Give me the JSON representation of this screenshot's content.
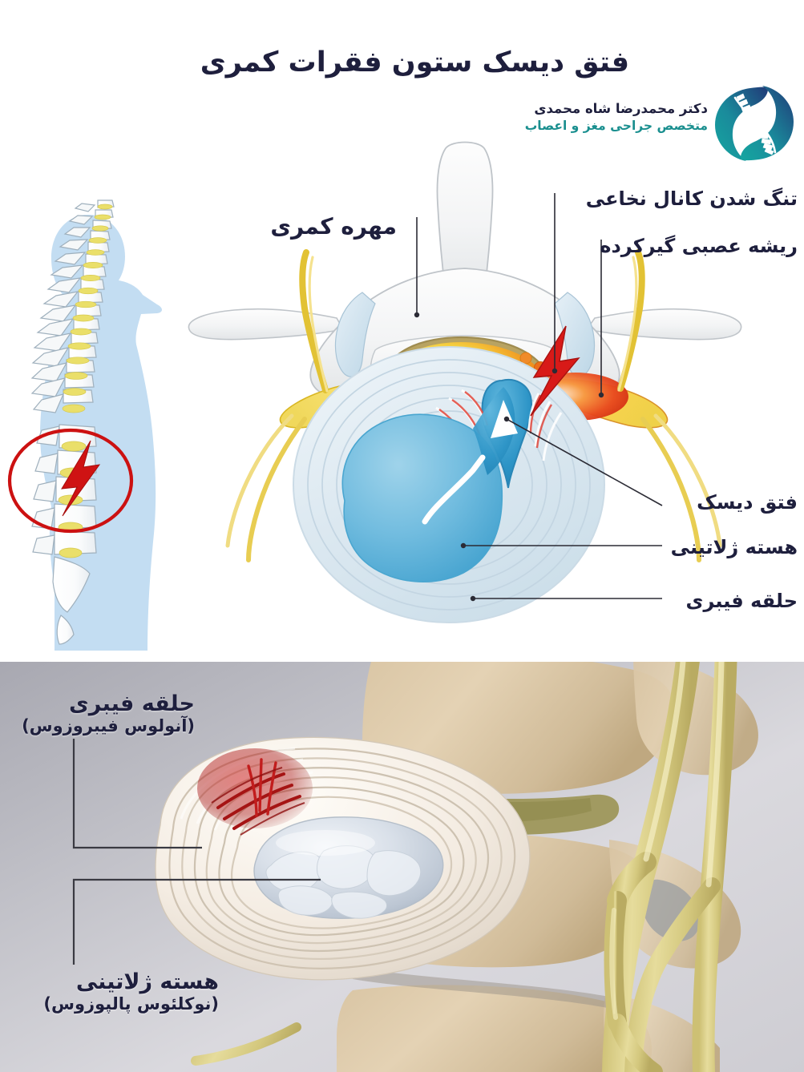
{
  "title": "فتق دیسک ستون فقرات کمری",
  "brand": {
    "logo_icon": "spine-circle-logo-icon",
    "doctor_name": "دکتر محمدرضا شاه محمدی",
    "specialty": "متخصص جراحی مغز و اعصاب",
    "name_color": "#1e1f3d",
    "specialty_color": "#1a8f8f",
    "logo_gradient_from": "#16a39b",
    "logo_gradient_to": "#1f3d7a"
  },
  "top_panel": {
    "background": "#ffffff",
    "silhouette_icon": "human-body-silhouette-icon",
    "silhouette_color": "#c3ddf2",
    "highlight_circle_color": "#cc1111",
    "pain_bolt_icon": "lightning-bolt-icon",
    "labels": {
      "vertebra": "مهره کمری",
      "stenosis": "تنگ شدن کانال نخاعی",
      "pinched_nerve": "ریشه عصبی گیرکرده",
      "herniation": "فتق دیسک",
      "nucleus": "هسته ژلاتینی",
      "annulus": "حلقه فیبری"
    },
    "anatomy_colors": {
      "bone": "#f4f4f4",
      "bone_outline": "#b9bdc2",
      "cartilage_blue": "#cfe3ef",
      "spinal_cord_yellow": "#f2d13c",
      "spinal_cord_orange": "#f07d1e",
      "nerve_yellow": "#e8c32a",
      "inflamed_nerve_red": "#e8422a",
      "annulus_ring": "#dbe7ee",
      "nucleus_blue": "#5eb4dc",
      "nucleus_deep": "#2f93c4",
      "bolt_red": "#d81a18",
      "leader_line": "#2b2b35"
    }
  },
  "bottom_panel": {
    "background_from": "#a9a9b2",
    "background_to": "#d9d8dd",
    "disc_photo_icon": "disc-cross-section-3d-icon",
    "vertebrae_photo_icon": "lumbar-vertebrae-3d-icon",
    "nerve_root_color": "#d9cf84",
    "annulus_ring_color": "#f3ece4",
    "nucleus_color": "#ccd4de",
    "tear_color": "#b81c1c",
    "labels": {
      "annulus_title": "حلقه فیبری",
      "annulus_subtitle": "(آنولوس فیبروزوس)",
      "nucleus_title": "هسته ژلاتینی",
      "nucleus_subtitle": "(نوکلئوس پالپوزوس)"
    }
  }
}
